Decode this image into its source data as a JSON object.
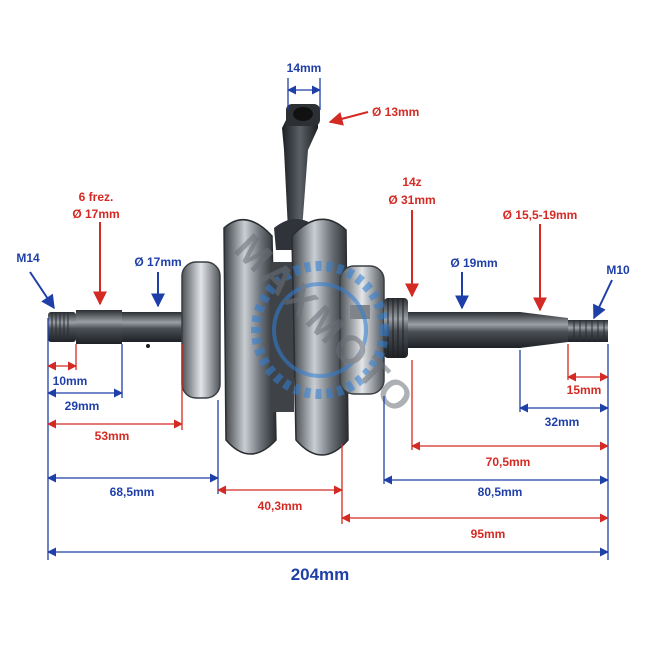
{
  "colors": {
    "red": "#d42a24",
    "blue": "#1f3fa8",
    "steel": "#5c6166",
    "watermark": "#2f7fd6"
  },
  "labels": {
    "rod_width": "14mm",
    "pin_diameter": "Ø 13mm",
    "left_spline": "6 frez.",
    "left_spline_diameter": "Ø 17mm",
    "left_thread": "M14",
    "left_bearing": "Ø 17mm",
    "gear_teeth": "14z",
    "gear_diameter": "Ø 31mm",
    "taper": "Ø 15,5-19mm",
    "right_bearing": "Ø 19mm",
    "right_thread": "M10"
  },
  "dimensions": {
    "d10": "10mm",
    "d29": "29mm",
    "d53": "53mm",
    "d68": "68,5mm",
    "d40": "40,3mm",
    "d15": "15mm",
    "d32": "32mm",
    "d70": "70,5mm",
    "d80": "80,5mm",
    "d95": "95mm",
    "total": "204mm"
  },
  "watermark": {
    "text": "MAXMOTO"
  }
}
